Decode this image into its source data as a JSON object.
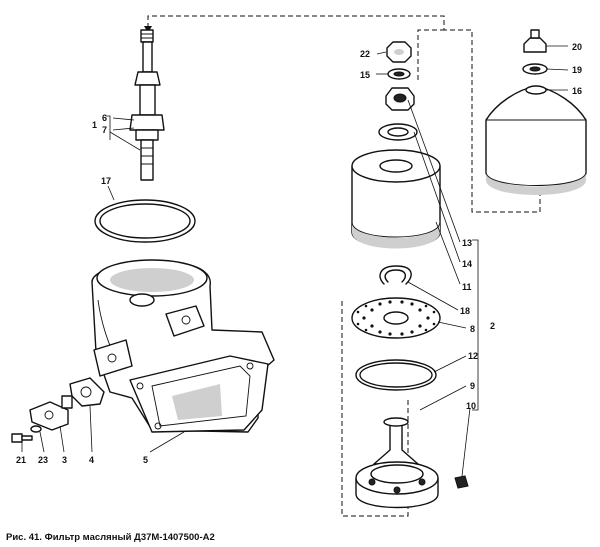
{
  "caption": "Рис. 41. Фильтр масляный Д37М-1407500-А2",
  "labels": {
    "l1": "1",
    "l2": "2",
    "l3": "3",
    "l4": "4",
    "l5": "5",
    "l6": "6",
    "l7": "7",
    "l8": "8",
    "l9": "9",
    "l10": "10",
    "l11": "11",
    "l12": "12",
    "l13": "13",
    "l14": "14",
    "l15": "15",
    "l16": "16",
    "l17": "17",
    "l18": "18",
    "l19": "19",
    "l20": "20",
    "l21": "21",
    "l22": "22",
    "l23": "23"
  }
}
